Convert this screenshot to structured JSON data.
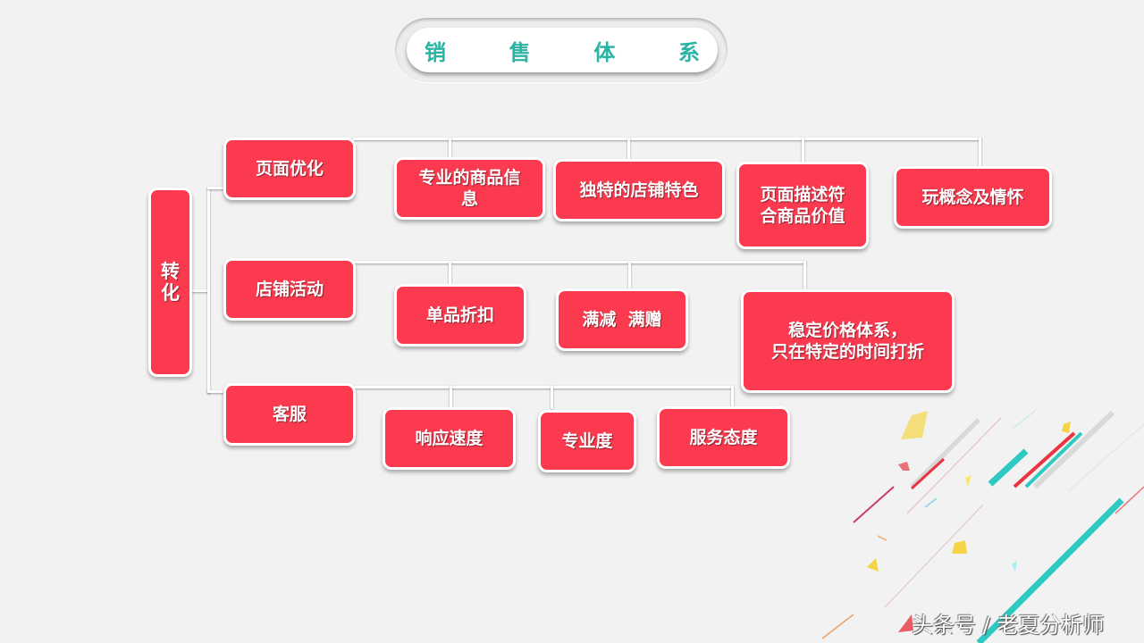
{
  "title": {
    "chars": [
      "销",
      "售",
      "体",
      "系"
    ],
    "color": "#2bb3a3"
  },
  "root": {
    "label": "转\n化"
  },
  "branches": [
    {
      "label": "页面优化",
      "children": [
        "专业的商品信\n息",
        "独特的店铺特色",
        "页面描述符\n合商品价值",
        "玩概念及情怀"
      ]
    },
    {
      "label": "店铺活动",
      "children": [
        "单品折扣",
        "满减  满赠",
        "稳定价格体系，\n只在特定的时间打折"
      ]
    },
    {
      "label": "客服",
      "children": [
        "响应速度",
        "专业度",
        "服务态度"
      ]
    }
  ],
  "colors": {
    "box": "#fb3a4f",
    "background": "#f2f2f2",
    "accent_teal": "#2ec9c0",
    "accent_yellow": "#f5d547"
  },
  "watermark": "头条号 / 老夏分析师"
}
